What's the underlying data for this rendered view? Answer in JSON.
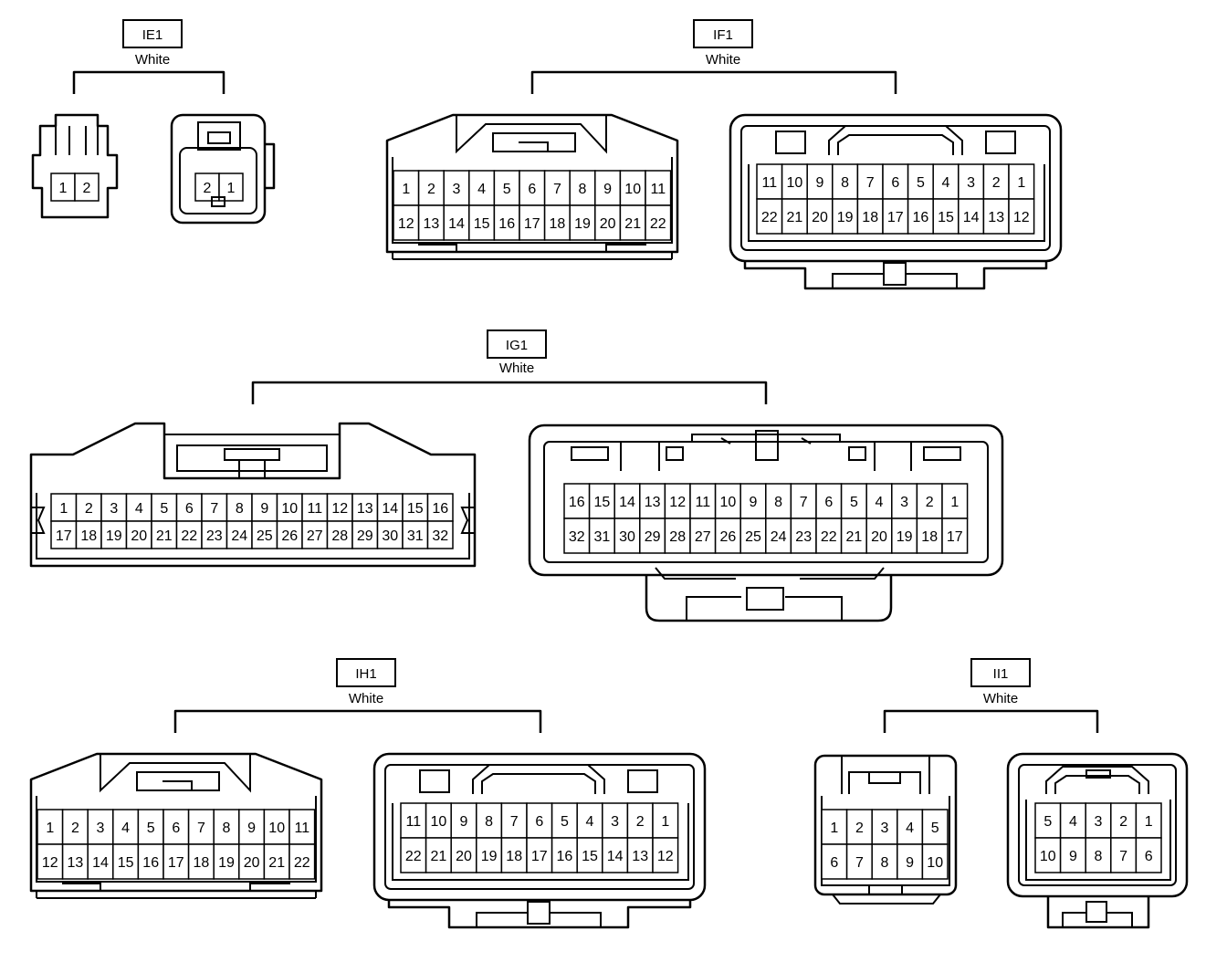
{
  "connectors": [
    {
      "id": "ie1",
      "code": "IE1",
      "color": "White",
      "views": [
        {
          "rows": [
            [
              "1",
              "2"
            ]
          ]
        },
        {
          "rows": [
            [
              "2",
              "1"
            ]
          ]
        }
      ]
    },
    {
      "id": "if1",
      "code": "IF1",
      "color": "White",
      "views": [
        {
          "rows": [
            [
              "1",
              "2",
              "3",
              "4",
              "5",
              "6",
              "7",
              "8",
              "9",
              "10",
              "11"
            ],
            [
              "12",
              "13",
              "14",
              "15",
              "16",
              "17",
              "18",
              "19",
              "20",
              "21",
              "22"
            ]
          ]
        },
        {
          "rows": [
            [
              "11",
              "10",
              "9",
              "8",
              "7",
              "6",
              "5",
              "4",
              "3",
              "2",
              "1"
            ],
            [
              "22",
              "21",
              "20",
              "19",
              "18",
              "17",
              "16",
              "15",
              "14",
              "13",
              "12"
            ]
          ]
        }
      ]
    },
    {
      "id": "ig1",
      "code": "IG1",
      "color": "White",
      "views": [
        {
          "rows": [
            [
              "1",
              "2",
              "3",
              "4",
              "5",
              "6",
              "7",
              "8",
              "9",
              "10",
              "11",
              "12",
              "13",
              "14",
              "15",
              "16"
            ],
            [
              "17",
              "18",
              "19",
              "20",
              "21",
              "22",
              "23",
              "24",
              "25",
              "26",
              "27",
              "28",
              "29",
              "30",
              "31",
              "32"
            ]
          ]
        },
        {
          "rows": [
            [
              "16",
              "15",
              "14",
              "13",
              "12",
              "11",
              "10",
              "9",
              "8",
              "7",
              "6",
              "5",
              "4",
              "3",
              "2",
              "1"
            ],
            [
              "32",
              "31",
              "30",
              "29",
              "28",
              "27",
              "26",
              "25",
              "24",
              "23",
              "22",
              "21",
              "20",
              "19",
              "18",
              "17"
            ]
          ]
        }
      ]
    },
    {
      "id": "ih1",
      "code": "IH1",
      "color": "White",
      "views": [
        {
          "rows": [
            [
              "1",
              "2",
              "3",
              "4",
              "5",
              "6",
              "7",
              "8",
              "9",
              "10",
              "11"
            ],
            [
              "12",
              "13",
              "14",
              "15",
              "16",
              "17",
              "18",
              "19",
              "20",
              "21",
              "22"
            ]
          ]
        },
        {
          "rows": [
            [
              "11",
              "10",
              "9",
              "8",
              "7",
              "6",
              "5",
              "4",
              "3",
              "2",
              "1"
            ],
            [
              "22",
              "21",
              "20",
              "19",
              "18",
              "17",
              "16",
              "15",
              "14",
              "13",
              "12"
            ]
          ]
        }
      ]
    },
    {
      "id": "ii1",
      "code": "II1",
      "color": "White",
      "views": [
        {
          "rows": [
            [
              "1",
              "2",
              "3",
              "4",
              "5"
            ],
            [
              "6",
              "7",
              "8",
              "9",
              "10"
            ]
          ]
        },
        {
          "rows": [
            [
              "5",
              "4",
              "3",
              "2",
              "1"
            ],
            [
              "10",
              "9",
              "8",
              "7",
              "6"
            ]
          ]
        }
      ]
    }
  ]
}
